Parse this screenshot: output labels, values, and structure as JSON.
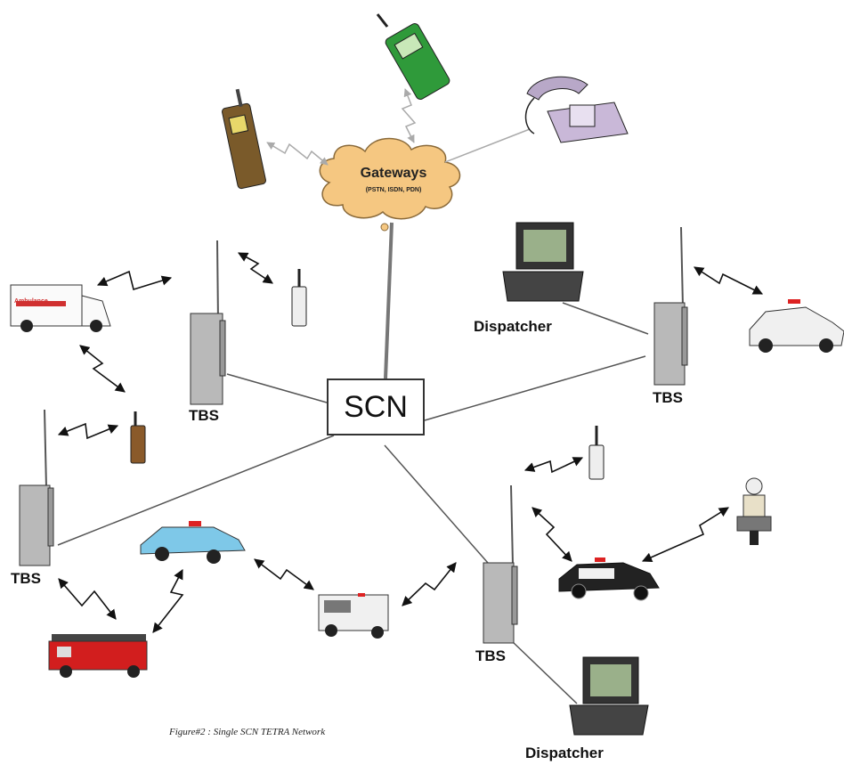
{
  "diagram": {
    "center_label": "SCN",
    "gateways": {
      "title": "Gateways",
      "subtitle": "(PSTN, ISDN, PDN)"
    },
    "tbs_label": "TBS",
    "dispatcher_label": "Dispatcher",
    "ambulance_text": "Ambulance",
    "caption": "Figure#2 : Single SCN TETRA Network"
  },
  "colors": {
    "cloud": "#f5c781",
    "tower": "#b9b9b9",
    "phone_green": "#2f9a3a",
    "handset_brown": "#7a5a2a",
    "fire_truck": "#d21e1e",
    "police_blue": "#7ec8e8"
  }
}
